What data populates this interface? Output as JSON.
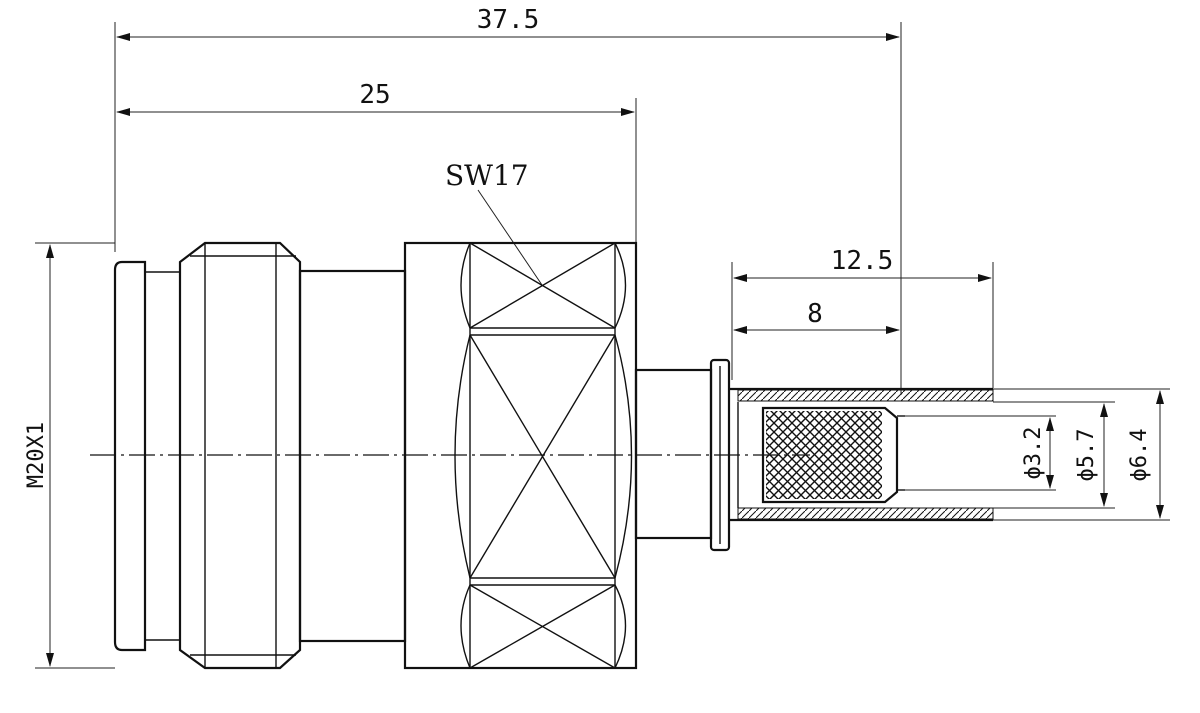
{
  "drawing": {
    "dimensions": {
      "overall_length": "37.5",
      "nut_length": "25",
      "wrench_size": "SW17",
      "crimp_length": "12.5",
      "ferrule_length": "8",
      "thread": "M20X1",
      "dia_pin": "ϕ3.2",
      "dia_insulator": "ϕ5.7",
      "dia_ferrule": "ϕ6.4"
    },
    "colors": {
      "line": "#111111",
      "background": "#ffffff"
    }
  }
}
